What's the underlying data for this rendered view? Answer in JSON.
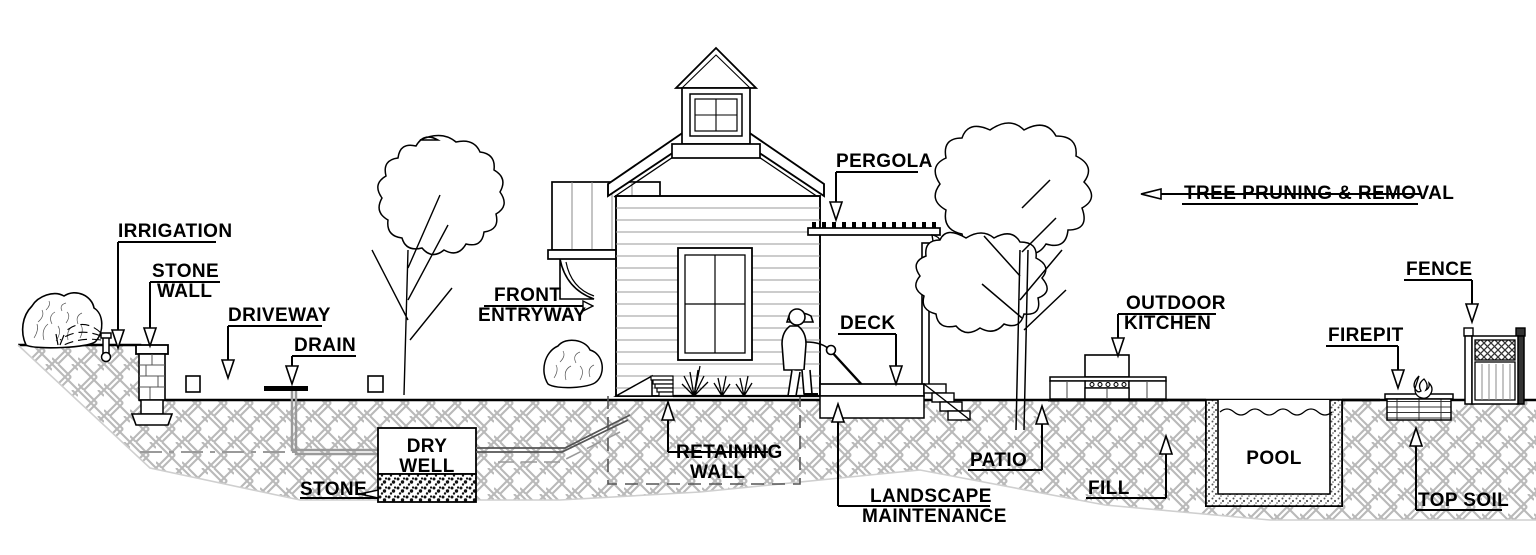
{
  "diagram": {
    "title": "Residential Landscape Services Cross-Section",
    "type": "architectural-section-illustration",
    "line_color": "#000000",
    "soil_hatch_color": "#b9b9b9",
    "background": "#ffffff"
  },
  "labels": {
    "irrigation": "IRRIGATION",
    "stone_wall_1": "STONE",
    "stone_wall_2": "WALL",
    "driveway": "DRIVEWAY",
    "drain": "DRAIN",
    "front_entryway_1": "FRONT",
    "front_entryway_2": "ENTRYWAY",
    "pergola": "PERGOLA",
    "tree_pruning": "TREE PRUNING & REMOVAL",
    "deck": "DECK",
    "outdoor_kitchen_1": "OUTDOOR",
    "outdoor_kitchen_2": "KITCHEN",
    "fence": "FENCE",
    "firepit": "FIREPIT",
    "dry_well_1": "DRY",
    "dry_well_2": "WELL",
    "stone": "STONE",
    "retaining_wall_1": "RETAINING",
    "retaining_wall_2": "WALL",
    "landscape_maintenance_1": "LANDSCAPE",
    "landscape_maintenance_2": "MAINTENANCE",
    "patio": "PATIO",
    "fill": "FILL",
    "pool": "POOL",
    "top_soil": "TOP SOIL"
  },
  "elements": {
    "shrub_left": "round-shrub",
    "sprinkler_head": "pop-up-sprinkler",
    "stone_wall_pier": "stone-wall-with-footing",
    "driveway_marker": "driveway-edge-block",
    "drain_grate": "surface-drain-grate",
    "drain_pipe": "underground-drain-pipe",
    "dry_well_box": "dry-well-chamber",
    "dry_well_stone": "crushed-stone-aggregate",
    "birch_tree": "deciduous-birch-tree",
    "foundation_shrub": "round-shrub",
    "house": "gabled-house-with-cupola",
    "cupola": "cupola-with-window",
    "porch_roof": "front-porch-roof",
    "house_window": "double-hung-window",
    "basement_outline": "dashed-foundation-outline",
    "retaining_wall_steps": "stepped-retaining-wall",
    "ornamental_grasses": "ornamental-grass-planting",
    "person_mowing": "person-pushing-lawn-mower",
    "lawn_mower": "push-lawn-mower",
    "pergola": "pergola-with-rafters",
    "deck_structure": "raised-deck",
    "deck_stairs": "deck-stairs",
    "shade_tree": "large-deciduous-shade-tree",
    "outdoor_kitchen": "built-in-grill-island",
    "grill_hood": "grill-hood",
    "pool_shell": "in-ground-pool-shell",
    "pool_water": "pool-water-line",
    "pool_gravel": "pool-gravel-base",
    "firepit": "stone-firepit-with-flame",
    "vinyl_fence": "vinyl-privacy-fence-with-lattice"
  }
}
